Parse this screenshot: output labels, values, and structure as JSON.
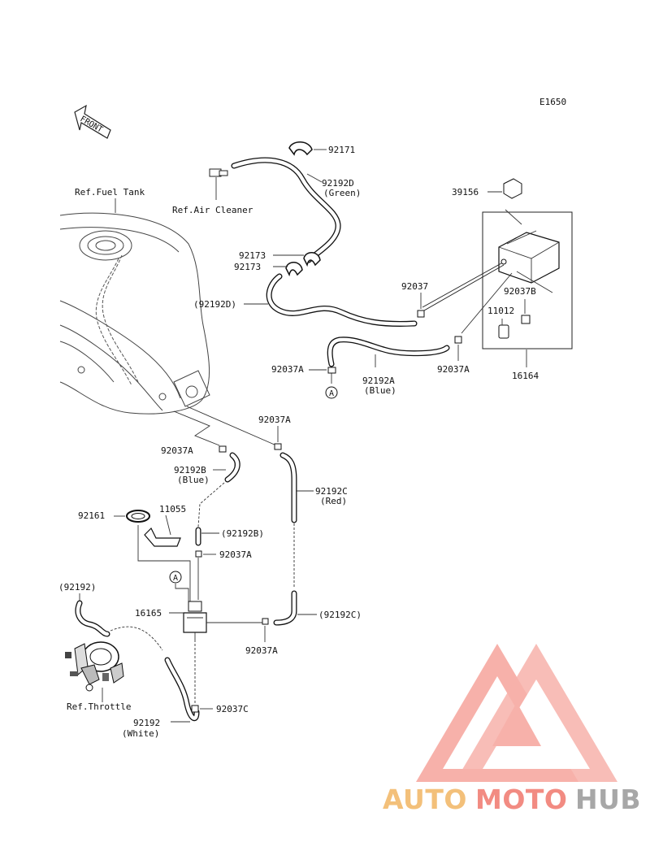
{
  "diagram_code": "E1650",
  "front_label": "FRONT",
  "refs": {
    "fuel_tank": "Ref.Fuel Tank",
    "air_cleaner": "Ref.Air Cleaner",
    "throttle": "Ref.Throttle"
  },
  "circle_marker": "A",
  "parts": {
    "p92171": "92171",
    "p92192D": "92192D",
    "p92192D_color": "(Green)",
    "p92192D_paren": "(92192D)",
    "p92173_a": "92173",
    "p92173_b": "92173",
    "p39156": "39156",
    "p92037": "92037",
    "p92037B": "92037B",
    "p11012": "11012",
    "p16164": "16164",
    "p92037A_top": "92037A",
    "p92192A": "92192A",
    "p92192A_color": "(Blue)",
    "p92037A_right": "92037A",
    "p92037A_mid": "92037A",
    "p92037A_left": "92037A",
    "p92192B": "92192B",
    "p92192B_color": "(Blue)",
    "p92192C": "92192C",
    "p92192C_color": "(Red)",
    "p92161": "92161",
    "p11055": "11055",
    "p92192B_paren": "(92192B)",
    "p92037A_low": "92037A",
    "p92192_paren": "(92192)",
    "p16165": "16165",
    "p92192C_paren": "(92192C)",
    "p92037A_bottom": "92037A",
    "p92037C": "92037C",
    "p92192": "92192",
    "p92192_color": "(White)"
  },
  "watermark": {
    "part1": "AUTO",
    "part2": "MOTO",
    "part3": "HUB",
    "colors": {
      "auto": "#f3c07a",
      "moto": "#f28b82",
      "hub": "#a7a7a7",
      "logo": "#f28b82"
    }
  }
}
